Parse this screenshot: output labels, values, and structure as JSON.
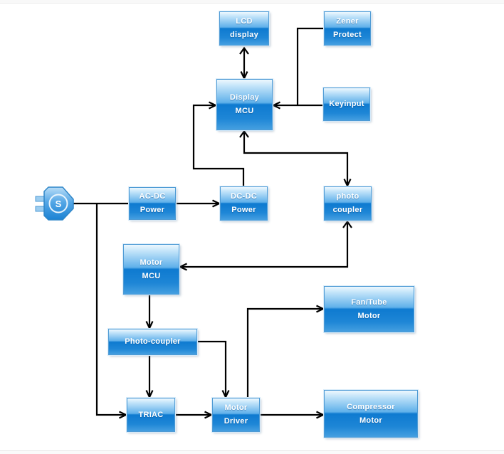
{
  "diagram": {
    "title_semantic": "appliance-control-block-diagram",
    "colors": {
      "box_gradient_top": "#eef8fe",
      "box_gradient_upper": "#5fb0ea",
      "box_gradient_lower": "#0e7ad0",
      "box_gradient_bottom": "#459fe0",
      "box_border": "#4f9bd5",
      "box_halo": "#d8ebf9",
      "wire_color": "#000000",
      "label_text": "#ffffff",
      "page_frame": "#ececec"
    },
    "nodes": {
      "lcd_display": {
        "line1": "LCD",
        "line2": "display"
      },
      "zener_protect": {
        "line1": "Zener",
        "line2": "Protect"
      },
      "display_mcu": {
        "line1": "Display",
        "line2": "MCU"
      },
      "keyinput": {
        "line1": "Keyinput"
      },
      "ac_dc_power": {
        "line1": "AC-DC",
        "line2": "Power"
      },
      "dc_dc_power": {
        "line1": "DC-DC",
        "line2": "Power"
      },
      "photo_coupler": {
        "line1": "photo",
        "line2": "coupler"
      },
      "motor_mcu": {
        "line1": "Motor",
        "line2": "MCU"
      },
      "photo_coupler_2": {
        "line1": "Photo-coupler"
      },
      "triac": {
        "line1": "TRIAC"
      },
      "motor_driver": {
        "line1": "Motor",
        "line2": "Driver"
      },
      "fan_tube_motor": {
        "line1": "Fan/Tube",
        "line2": "Motor"
      },
      "compressor_motor": {
        "line1": "Compressor",
        "line2": "Motor"
      }
    },
    "plug": {
      "label": "S"
    }
  }
}
